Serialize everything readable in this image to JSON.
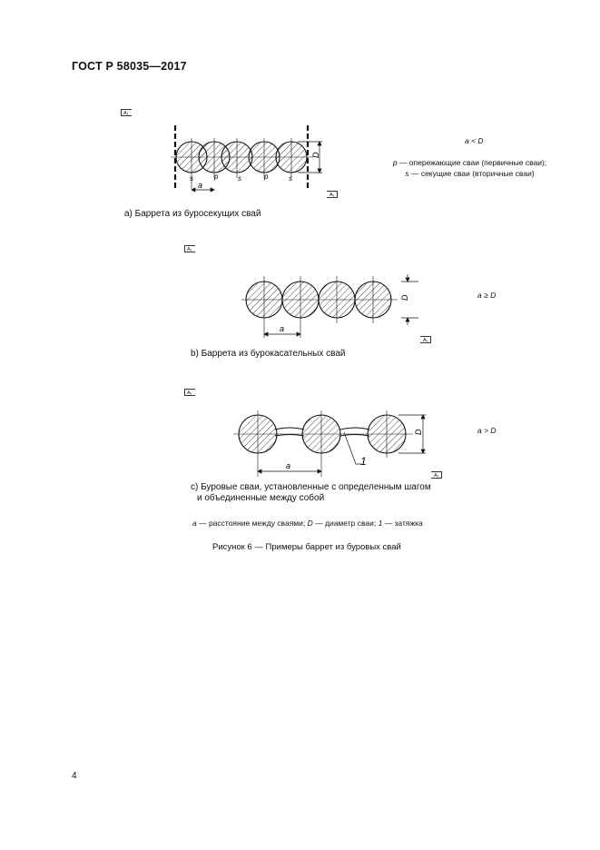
{
  "header": {
    "title": "ГОСТ Р 58035—2017"
  },
  "amendment_mark": "A₁",
  "figure_a": {
    "condition": "a < D",
    "legend_p_symbol": "p",
    "legend_p_text": " — опережающие сваи (первичные сваи);",
    "legend_s_symbol": "s",
    "legend_s_text": " — секущие сваи (вторичные сваи)",
    "labels": {
      "a": "a",
      "D": "D",
      "s": "s",
      "p": "p"
    },
    "caption": "a) Баррета из буросекущих свай"
  },
  "figure_b": {
    "condition": "a ≥ D",
    "labels": {
      "a": "a",
      "D": "D"
    },
    "caption": "b) Баррета из бурокасательных свай"
  },
  "figure_c": {
    "condition": "a > D",
    "labels": {
      "a": "a",
      "D": "D",
      "one": "1"
    },
    "caption_line1": "c) Буровые сваи, установленные с определенным шагом",
    "caption_line2": "и объединенные между собой"
  },
  "notation": {
    "a_sym": "a",
    "a_text": " — расстояние между сваями; ",
    "d_sym": "D",
    "d_text": " — диаметр сваи; ",
    "one_sym": "1",
    "one_text": " — затяжка"
  },
  "figure_title": "Рисунок 6 — Примеры баррет из буровых свай",
  "page_number": "4"
}
